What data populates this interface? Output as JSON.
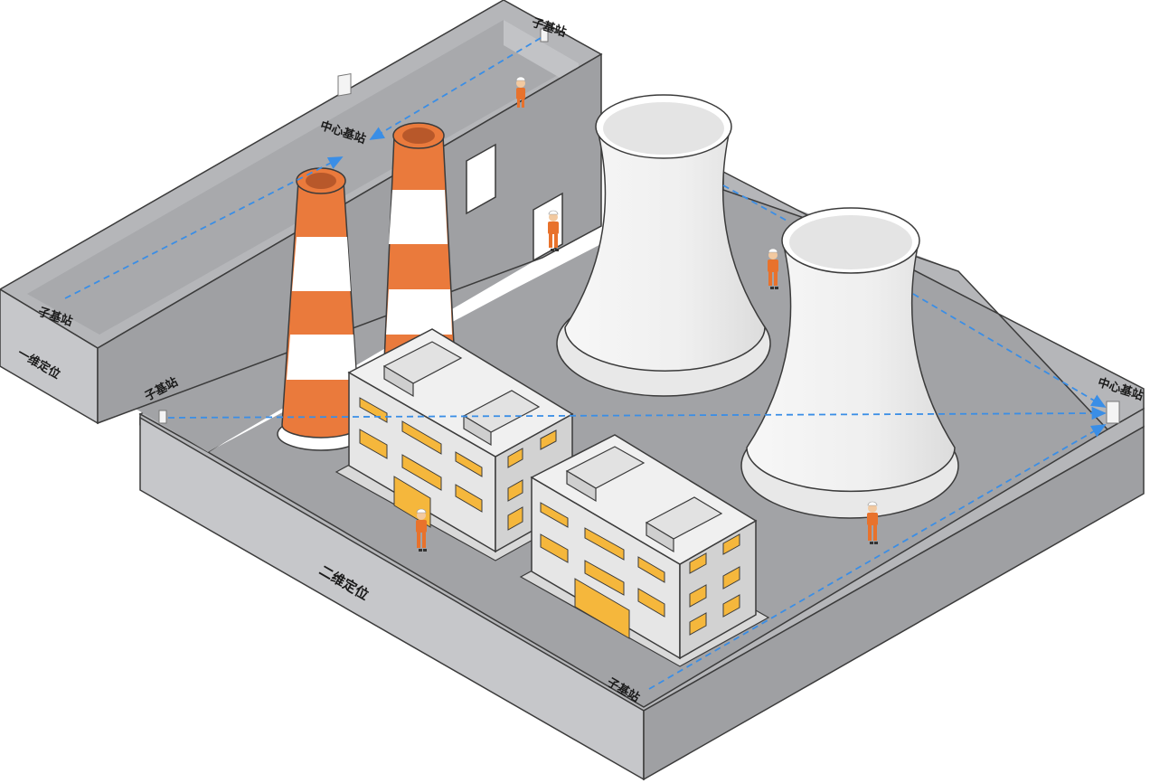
{
  "labels": {
    "sub_station": "子基站",
    "center_station": "中心基站",
    "one_d": "一维定位",
    "two_d": "二维定位"
  },
  "colors": {
    "wall_top": "#b5b6b9",
    "wall_front": "#c6c7ca",
    "wall_side": "#9fa0a3",
    "floor": "#a2a3a6",
    "road": "#f2f2f2",
    "chimney_orange": "#ea7a3c",
    "chimney_white": "#ffffff",
    "tower": "#eeeeee",
    "building": "#e6e6e6",
    "window": "#f5b73c",
    "worker": "#e8722c",
    "signal_line": "#3a8ee6"
  }
}
